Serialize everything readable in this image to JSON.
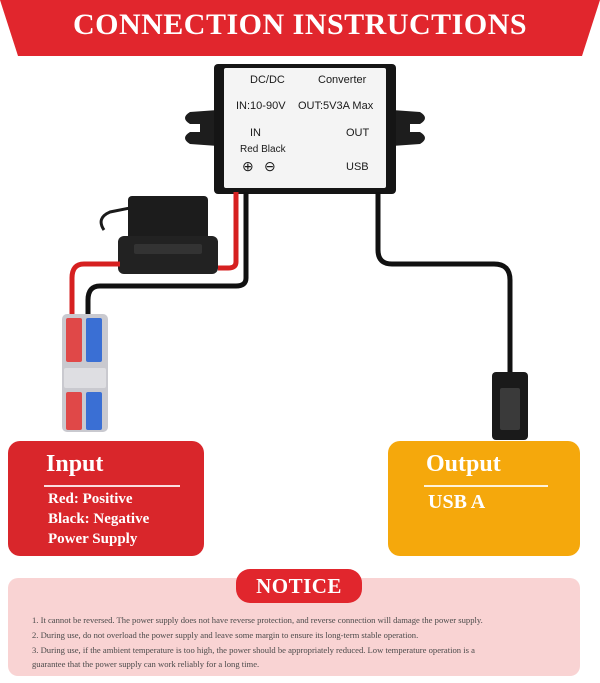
{
  "banner": {
    "title": "CONNECTION INSTRUCTIONS"
  },
  "module": {
    "line1_left": "DC/DC",
    "line1_right": "Converter",
    "line2_left": "IN:10-90V",
    "line2_right": "OUT:5V3A Max",
    "in_label": "IN",
    "out_label": "OUT",
    "polarity_label": "Red Black",
    "plus_symbol": "⊕",
    "minus_symbol": "⊖",
    "usb_label": "USB"
  },
  "input_panel": {
    "title": "Input",
    "lines": [
      "Red: Positive",
      "Black: Negative",
      "Power Supply"
    ]
  },
  "output_panel": {
    "title": "Output",
    "lines": [
      "USB A"
    ]
  },
  "notice": {
    "title": "NOTICE",
    "lines": [
      "1. It cannot be reversed. The power supply does not have reverse protection, and reverse connection will damage the power supply.",
      "2. During use, do not overload the power supply and leave some margin to ensure its long-term stable operation.",
      "3. During use, if the ambient temperature is too high, the power should be appropriately reduced. Low temperature operation is a",
      "guarantee that the power supply can work reliably for a long time."
    ]
  },
  "colors": {
    "brand_red": "#e1262d",
    "input_panel": "#d9262b",
    "output_panel": "#f5a80c",
    "notice_bg": "#f9d3d3",
    "wire_red": "#d62020",
    "wire_black": "#111111"
  }
}
